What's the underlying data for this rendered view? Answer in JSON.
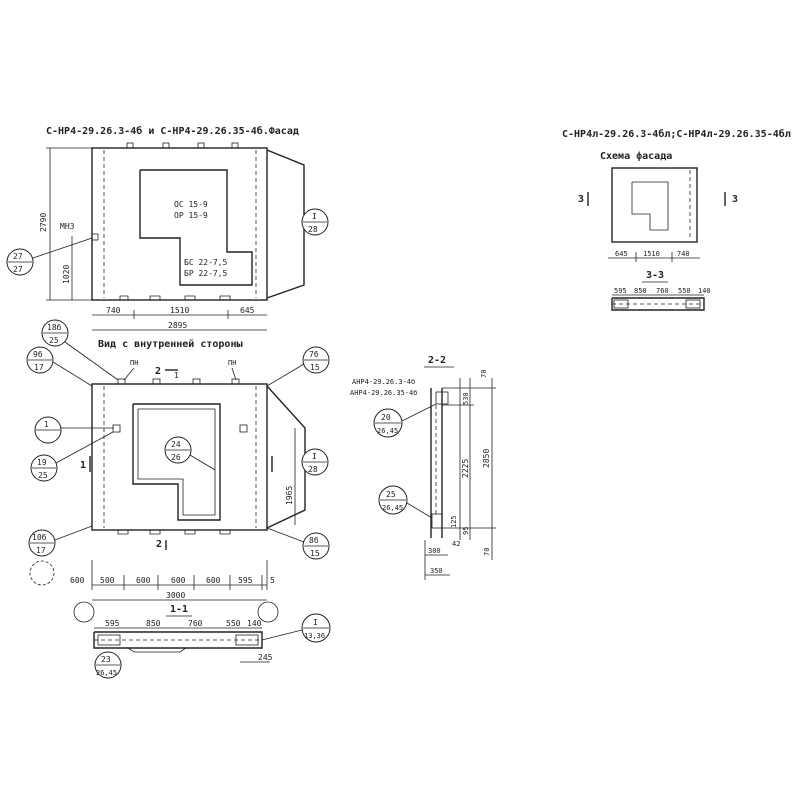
{
  "facade": {
    "title": "С-НР4-29.26.3-4б и С-НР4-29.26.35-4б.Фасад",
    "height_total": "2790",
    "height_lower": "1020",
    "mnz": "МН3",
    "opening_upper_1": "ОС 15-9",
    "opening_upper_2": "ОР 15-9",
    "opening_lower_1": "БС 22-7,5",
    "opening_lower_2": "БР 22-7,5",
    "dims_bottom": [
      "740",
      "1510",
      "645"
    ],
    "width_total": "2895",
    "bubble_left": {
      "top": "27",
      "bottom": "27"
    },
    "bubble_right": {
      "top": "I",
      "bottom": "28"
    }
  },
  "inside": {
    "title": "Вид с внутренней стороны",
    "pn_left": "ПН",
    "pn_right": "ПН",
    "section_top": "2",
    "section_top_mark": "1",
    "section_bottom": "2",
    "section_side": "1",
    "height_dim": "1965",
    "dims_bottom": [
      "600",
      "500",
      "600",
      "600",
      "600",
      "595",
      "5"
    ],
    "width_total": "3000",
    "bubbles": {
      "b18": {
        "top": "18б",
        "bottom": "25"
      },
      "b9": {
        "top": "9б",
        "bottom": "17"
      },
      "b7": {
        "top": "7б",
        "bottom": "15"
      },
      "b1": {
        "top": "1",
        "bottom": ""
      },
      "b19": {
        "top": "19",
        "bottom": "25"
      },
      "b24": {
        "top": "24",
        "bottom": "26"
      },
      "bI": {
        "top": "I",
        "bottom": "28"
      },
      "b10": {
        "top": "10б",
        "bottom": "17"
      },
      "b8": {
        "top": "8б",
        "bottom": "15"
      }
    }
  },
  "section_11": {
    "title": "1-1",
    "dims": [
      "595",
      "850",
      "760",
      "550",
      "140"
    ],
    "dim_bottom": "245",
    "bubble_left": {
      "top": "23",
      "bottom": "26,45"
    },
    "bubble_right": {
      "top": "I",
      "bottom": "13,36"
    }
  },
  "section_22": {
    "title": "2-2",
    "label_1": "АНР4-29.26.3-4б",
    "label_2": "АНР4-29.26.35-4б",
    "dim_top": "70",
    "dim_530": "530",
    "dim_2225": "2225",
    "dim_2850": "2850",
    "dim_125": "125",
    "dim_95": "95",
    "dim_70": "70",
    "dim_42": "42",
    "dim_300": "300",
    "dim_350": "350",
    "bubble_20": {
      "top": "20",
      "bottom": "26,45"
    },
    "bubble_25": {
      "top": "25",
      "bottom": "26,45"
    }
  },
  "scheme": {
    "title": "С-НР4л-29.26.3-4бл;С-НР4л-29.26.35-4бл",
    "subtitle": "Схема фасада",
    "mark_left": "3",
    "mark_right": "3",
    "dims_bottom": [
      "645",
      "1510",
      "740"
    ],
    "section_title": "3-3",
    "section_dims": [
      "595",
      "850",
      "760",
      "550",
      "140"
    ]
  }
}
